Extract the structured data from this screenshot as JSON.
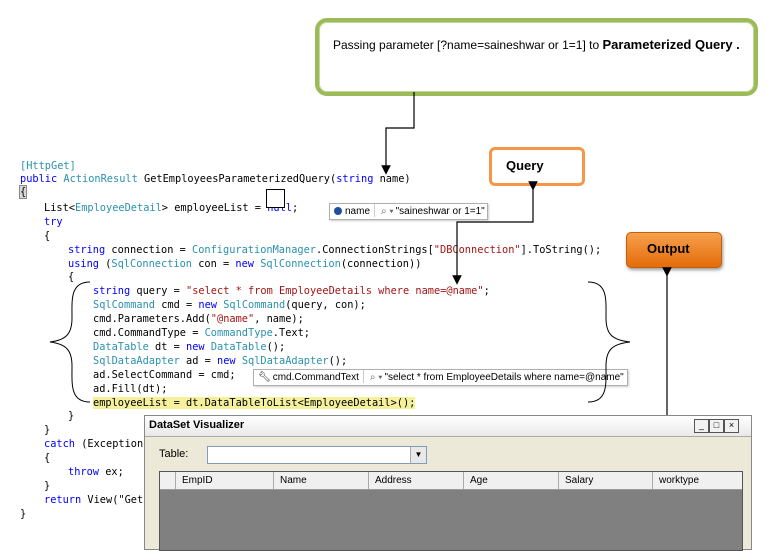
{
  "callout": {
    "text_plain": "Passing parameter [?name=saineshwar or 1=1] to ",
    "text_bold": "Parameterized Query ."
  },
  "query_label": "Query",
  "output_label": "Output",
  "code": {
    "l1": "[HttpGet]",
    "l2a": "public",
    "l2b": "ActionResult",
    "l2c": " GetEmployeesParameterizedQuery(",
    "l2d": "string",
    "l2e": " name)",
    "l3": "{",
    "l4a": "List<",
    "l4b": "EmployeeDetail",
    "l4c": "> employeeList = ",
    "l4d": "null",
    "l4e": ";",
    "l5": "try",
    "l6": "{",
    "l7a": "string",
    "l7b": " connection = ",
    "l7c": "ConfigurationManager",
    "l7d": ".ConnectionStrings[",
    "l7e": "\"DBConnection\"",
    "l7f": "].ToString();",
    "l8a": "using",
    "l8b": " (",
    "l8c": "SqlConnection",
    "l8d": " con = ",
    "l8e": "new",
    "l8f": " ",
    "l8g": "SqlConnection",
    "l8h": "(connection))",
    "l9": "{",
    "l10a": "string",
    "l10b": " query = ",
    "l10c": "\"select * from EmployeeDetails where name=@name\"",
    "l10d": ";",
    "l11a": "SqlCommand",
    "l11b": " cmd = ",
    "l11c": "new",
    "l11d": "SqlCommand",
    "l11e": "(query, con);",
    "l12a": "cmd.Parameters.Add(",
    "l12b": "\"@name\"",
    "l12c": ", name);",
    "l13a": "cmd.CommandType = ",
    "l13b": "CommandType",
    "l13c": ".Text;",
    "l14a": "DataTable",
    "l14b": " dt = ",
    "l14c": "new",
    "l14d": "DataTable",
    "l14e": "();",
    "l15a": "SqlDataAdapter",
    "l15b": " ad = ",
    "l15c": "new",
    "l15d": "SqlDataAdapter",
    "l15e": "();",
    "l16": "ad.SelectCommand = cmd;",
    "l17": "ad.Fill(dt);",
    "l18": "employeeList = dt.DataTableToList<EmployeeDetail>();",
    "l19": "}",
    "l20": "}",
    "l21a": "catch",
    "l21b": " (Exception",
    "l22": "{",
    "l23a": "throw",
    "l23b": " ex;",
    "l24": "}",
    "l25a": "return",
    "l25b": " View(\"GetE",
    "l26": "}"
  },
  "tip_name": {
    "var": "name",
    "value": "\"saineshwar or 1=1\""
  },
  "tip_cmd": {
    "var": "cmd.CommandText",
    "value": "\"select * from EmployeeDetails where name=@name\""
  },
  "visualizer": {
    "title": "DataSet Visualizer",
    "minimize": "_",
    "maximize": "□",
    "close": "×",
    "table_label": "Table:",
    "table_value": "",
    "columns": [
      "EmpID",
      "Name",
      "Address",
      "Age",
      "Salary",
      "worktype"
    ]
  },
  "colors": {
    "callout_border": "#9bbb59",
    "query_border": "#f79646",
    "output_fill": "#f79646"
  }
}
